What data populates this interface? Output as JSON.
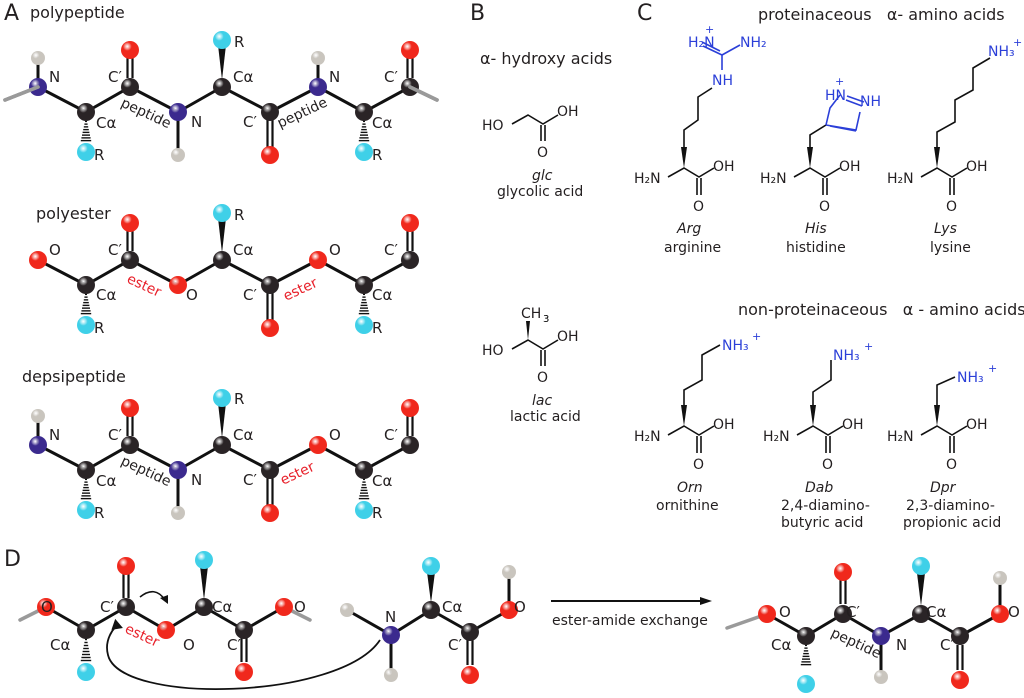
{
  "colors": {
    "carbon": "#2a2426",
    "nitrogen": "#3b2a8e",
    "oxygen": "#f0281c",
    "hydrogen": "#c9c5be",
    "r_group": "#3fd0e8",
    "ester_text": "#e8202a",
    "side_chain": "#2b3fd8"
  },
  "panel_a": {
    "letter": "A",
    "polypeptide": {
      "title": "polypeptide",
      "bond_labels": [
        "peptide",
        "peptide"
      ],
      "atom_labels": [
        "N",
        "C′",
        "Cα",
        "N",
        "Cα",
        "C′",
        "N",
        "Cα",
        "C′",
        "Cα",
        "R",
        "R",
        "R"
      ]
    },
    "polyester": {
      "title": "polyester",
      "bond_labels": [
        "ester",
        "ester"
      ],
      "atom_labels": [
        "O",
        "C′",
        "Cα",
        "O",
        "Cα",
        "C′",
        "O",
        "Cα",
        "C′",
        "Cα",
        "R",
        "R",
        "R"
      ]
    },
    "depsipeptide": {
      "title": "depsipeptide",
      "bond_labels": [
        "peptide",
        "ester"
      ],
      "atom_labels": [
        "N",
        "C′",
        "Cα",
        "N",
        "Cα",
        "C′",
        "O",
        "Cα",
        "C′",
        "Cα",
        "R",
        "R",
        "R"
      ]
    }
  },
  "panel_b": {
    "letter": "B",
    "heading": "α- hydroxy acids",
    "compounds": [
      {
        "abbr": "glc",
        "name": "glycolic acid",
        "labels": [
          "HO",
          "OH",
          "O"
        ]
      },
      {
        "abbr": "lac",
        "name": "lactic acid",
        "labels": [
          "HO",
          "OH",
          "O",
          "CH",
          "3"
        ]
      }
    ]
  },
  "panel_c": {
    "letter": "C",
    "heading_proteinaceous": "proteinaceous   α- amino acids",
    "heading_nonproteinaceous": "non-proteinaceous   α - amino acids",
    "amine": "H₂N",
    "acid_oh": "OH",
    "acid_o": "O",
    "proteinaceous": [
      {
        "abbr": "Arg",
        "name": "arginine",
        "side_labels": [
          "H₂N",
          "+",
          "NH₂",
          "NH"
        ]
      },
      {
        "abbr": "His",
        "name": "histidine",
        "side_labels": [
          "HN",
          "+",
          "NH"
        ]
      },
      {
        "abbr": "Lys",
        "name": "lysine",
        "side_labels": [
          "NH₃",
          "+"
        ]
      }
    ],
    "non_proteinaceous": [
      {
        "abbr": "Orn",
        "name": "ornithine",
        "name2": "",
        "side_labels": [
          "NH₃",
          "+"
        ]
      },
      {
        "abbr": "Dab",
        "name": "2,4-diamino-",
        "name2": "butyric acid",
        "side_labels": [
          "NH₃",
          "+"
        ]
      },
      {
        "abbr": "Dpr",
        "name": "2,3-diamino-",
        "name2": "propionic acid",
        "side_labels": [
          "NH₃",
          "+"
        ]
      }
    ]
  },
  "panel_d": {
    "letter": "D",
    "reaction_label": "ester-amide exchange",
    "reactant_labels": [
      "O",
      "C′",
      "Cα",
      "O",
      "Cα",
      "C′",
      "O",
      "N",
      "Cα",
      "C′",
      "O"
    ],
    "reactant_bond_label": "ester",
    "product_labels": [
      "O",
      "C′",
      "Cα",
      "N",
      "Cα",
      "C′",
      "O"
    ],
    "product_bond_label": "peptide"
  }
}
